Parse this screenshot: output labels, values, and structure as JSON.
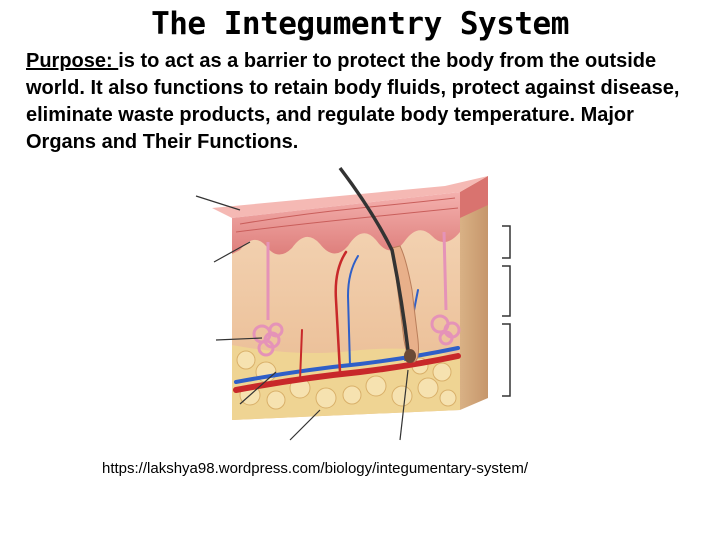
{
  "slide": {
    "title": "The Integumentry System",
    "purpose_label": "Purpose: ",
    "purpose_text": "is to act as a barrier to protect the body from the outside world. It also functions to retain body fluids, protect against disease, eliminate waste products, and regulate body temperature. Major Organs and Their Functions.",
    "source_url": "https://lakshya98.wordpress.com/biology/integumentary-system/"
  },
  "figure": {
    "subject": "skin cross-section diagram with hair follicle, sweat glands and blood vessels",
    "colors": {
      "epidermis": "#e48a86",
      "dermis": "#efc8a4",
      "fat": "#f0d79a",
      "artery": "#c8282a",
      "vein": "#2f5fc8",
      "hair": "#333333"
    }
  }
}
